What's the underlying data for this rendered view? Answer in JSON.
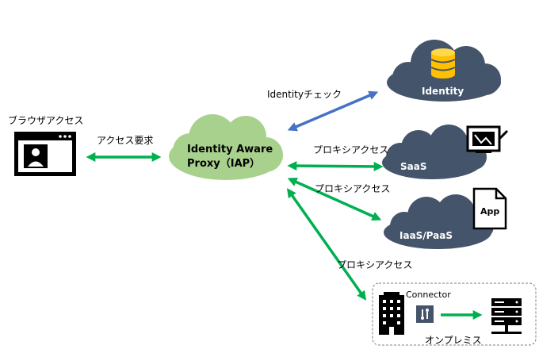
{
  "labels": {
    "browser_access": "ブラウザアクセス",
    "access_request": "アクセス要求",
    "identity_check": "Identityチェック",
    "proxy_access_saas": "プロキシアクセス",
    "proxy_access_iaas": "プロキシアクセス",
    "proxy_access_onprem": "プロキシアクセス",
    "connector": "Connector",
    "on_premise": "オンプレミス"
  },
  "clouds": {
    "iap_line1": "Identity Aware",
    "iap_line2": "Proxy（IAP）",
    "identity": "Identity",
    "saas": "SaaS",
    "iaas_paas": "IaaS/PaaS"
  },
  "icons": {
    "app_label": "App",
    "browser_icon": "browser-window-user-icon",
    "database_icon": "database-icon",
    "monitor_icon": "monitor-chart-icon",
    "document_icon": "document-app-icon",
    "building_icon": "building-icon",
    "connector_icon": "connector-plug-icon",
    "server_icon": "server-rack-icon"
  },
  "colors": {
    "iap_cloud": "#a9d18e",
    "dark_cloud": "#44546a",
    "green_arrow": "#00b050",
    "blue_arrow": "#4472c4",
    "gold": "#ffc000"
  }
}
